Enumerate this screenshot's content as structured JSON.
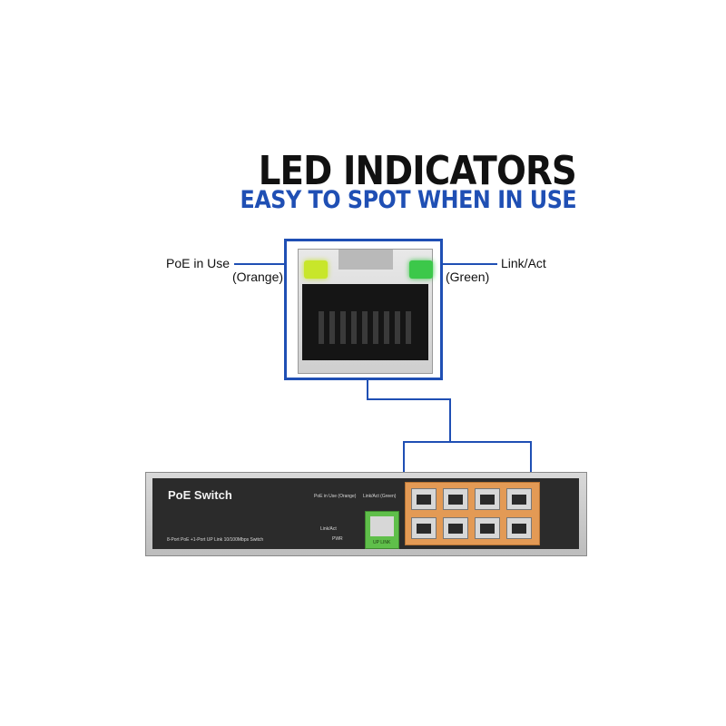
{
  "heading": {
    "title": "LED INDICATORS",
    "subtitle": "EASY TO SPOT WHEN IN USE"
  },
  "callouts": {
    "left_label": "PoE in Use",
    "left_sub": "(Orange)",
    "right_label": "Link/Act",
    "right_sub": "(Green)"
  },
  "switch": {
    "brand": "PoE Switch",
    "description": "8-Port PoE +1-Port UP Link 10/100Mbps Switch",
    "legend_poe": "PoE in Use (Orange)",
    "legend_link": "Link/Act (Green)",
    "led_link": "Link/Act",
    "led_pwr": "PWR",
    "uplink_label": "UP LINK"
  },
  "colors": {
    "accent_blue": "#1f4fb4",
    "led_left": "#c8e62a",
    "led_right": "#3cc84a",
    "port_group": "#e39a55"
  }
}
